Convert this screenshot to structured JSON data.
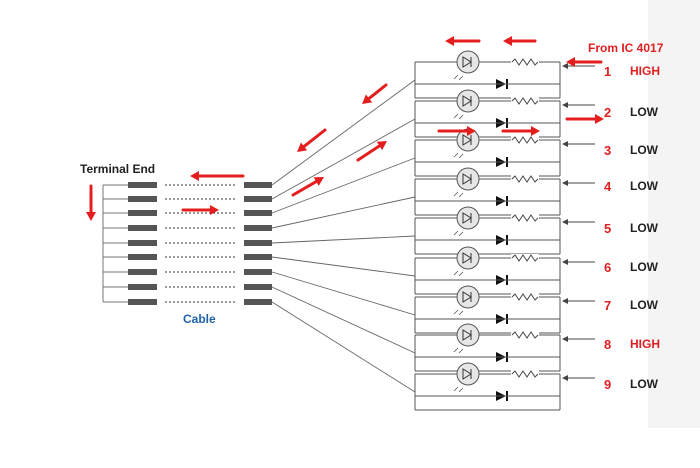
{
  "labels": {
    "source": "From IC 4017",
    "terminal": "Terminal End",
    "cable": "Cable"
  },
  "channels": [
    {
      "number": "1",
      "state": "HIGH"
    },
    {
      "number": "2",
      "state": "LOW"
    },
    {
      "number": "3",
      "state": "LOW"
    },
    {
      "number": "4",
      "state": "LOW"
    },
    {
      "number": "5",
      "state": "LOW"
    },
    {
      "number": "6",
      "state": "LOW"
    },
    {
      "number": "7",
      "state": "LOW"
    },
    {
      "number": "8",
      "state": "HIGH"
    },
    {
      "number": "9",
      "state": "LOW"
    }
  ],
  "colors": {
    "arrow": "#e41e1e",
    "wire": "#555555",
    "high": "#e02020",
    "low": "#222222",
    "cable_label": "#1f63a8"
  }
}
